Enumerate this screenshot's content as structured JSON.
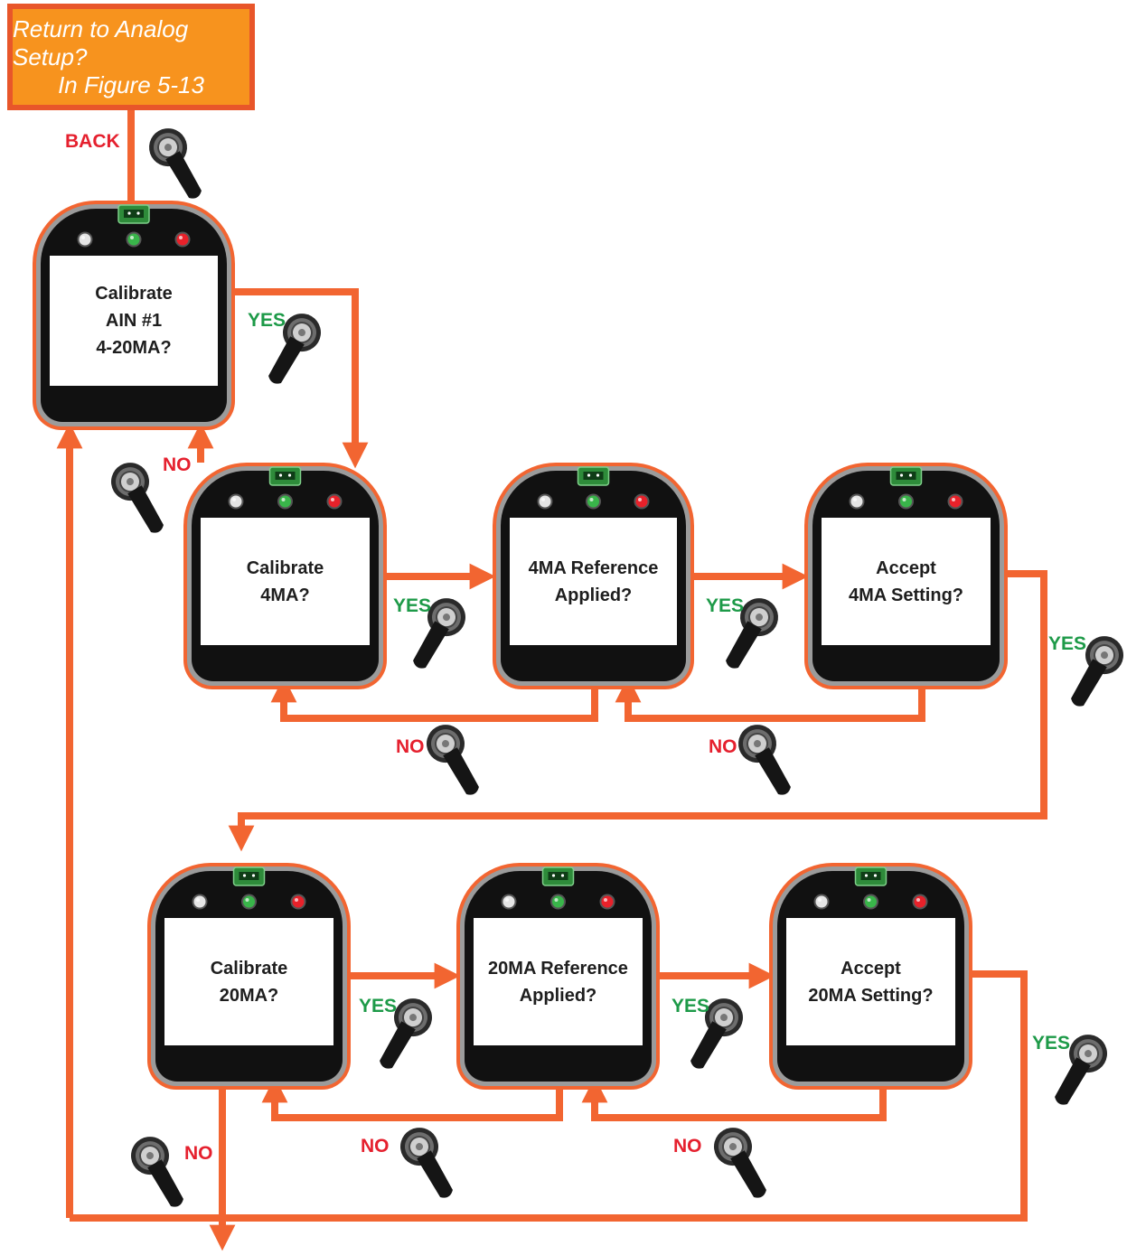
{
  "header": {
    "line1": "Return to Analog Setup?",
    "line2": "In Figure 5-13"
  },
  "devices": [
    {
      "id": "cal-ain",
      "lines": [
        "Calibrate",
        "AIN #1",
        "4-20MA?"
      ]
    },
    {
      "id": "cal-4ma",
      "lines": [
        "Calibrate",
        "4MA?"
      ]
    },
    {
      "id": "ref-4ma",
      "lines": [
        "4MA Reference",
        "Applied?"
      ]
    },
    {
      "id": "accept-4ma",
      "lines": [
        "Accept",
        "4MA Setting?"
      ]
    },
    {
      "id": "cal-20ma",
      "lines": [
        "Calibrate",
        "20MA?"
      ]
    },
    {
      "id": "ref-20ma",
      "lines": [
        "20MA Reference",
        "Applied?"
      ]
    },
    {
      "id": "accept-20ma",
      "lines": [
        "Accept",
        "20MA Setting?"
      ]
    }
  ],
  "labels": {
    "back": "BACK",
    "yes": "YES",
    "no": "NO"
  },
  "colors": {
    "flow": "#f26531",
    "header_fill": "#f7931e",
    "yes": "#1d9a48",
    "no": "#e5202e",
    "led_white": "#e6e6e6",
    "led_green": "#39b54a",
    "led_red": "#e8212a"
  },
  "icons": {
    "knob": "selector-knob-icon",
    "connector": "usb-connector-icon"
  }
}
